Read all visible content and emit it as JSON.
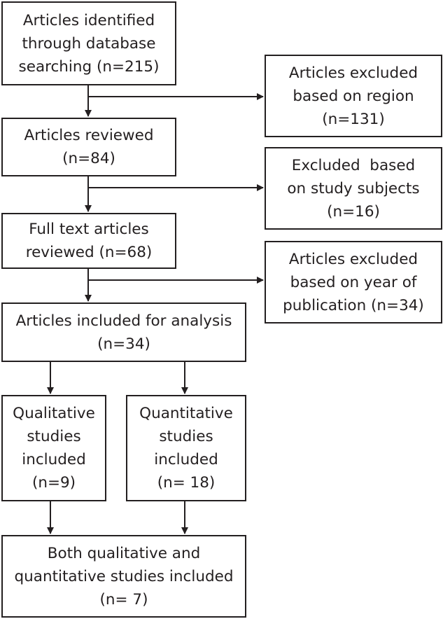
{
  "boxes": {
    "identified": [
      "Articles identified",
      "through database",
      "searching (n=215)"
    ],
    "excluded_region": [
      "Articles excluded",
      "based on region",
      "(n=131)"
    ],
    "reviewed": [
      "Articles reviewed",
      "(n=84)"
    ],
    "excluded_subjects": [
      "Excluded  based",
      "on study subjects",
      "(n=16)"
    ],
    "full_text": [
      "Full text articles",
      "reviewed (n=68)"
    ],
    "excluded_year": [
      "Articles excluded",
      "based on year of",
      "publication (n=34)"
    ],
    "included": [
      "Articles included for analysis",
      "(n=34)"
    ],
    "qualitative": [
      "Qualitative",
      "studies",
      "included",
      "(n=9)"
    ],
    "quantitative": [
      "Quantitative",
      "studies",
      "included",
      "(n= 18)"
    ],
    "both": [
      "Both qualitative and",
      "quantitative studies included",
      "(n= 7)"
    ]
  }
}
